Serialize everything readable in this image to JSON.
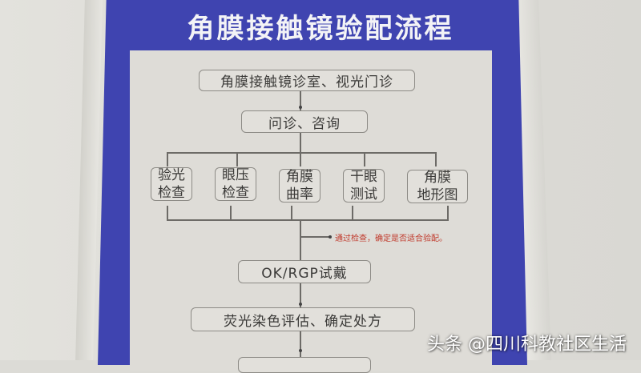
{
  "poster": {
    "title": "角膜接触镜验配流程",
    "colors": {
      "border": "#3f44b0",
      "title_text": "#f3f3f6",
      "sheet": "#dedcd7",
      "note_text": "#c0392b"
    }
  },
  "flowchart": {
    "step1": "角膜接触镜诊室、视光门诊",
    "step2": "问诊、咨询",
    "exams": [
      {
        "line1": "验光",
        "line2": "检查"
      },
      {
        "line1": "眼压",
        "line2": "检查"
      },
      {
        "line1": "角膜",
        "line2": "曲率"
      },
      {
        "line1": "干眼",
        "line2": "测试"
      },
      {
        "line1": "角膜",
        "line2": "地形图"
      }
    ],
    "note": "通过检查，确定是否适合验配。",
    "step3": "OK/RGP试戴",
    "step4": "荧光染色评估、确定处方"
  },
  "watermark": "头条 @四川科教社区生活"
}
